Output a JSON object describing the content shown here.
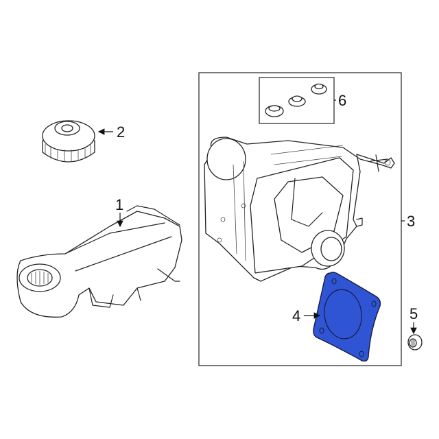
{
  "diagram": {
    "callouts": [
      {
        "id": "1",
        "label": "1"
      },
      {
        "id": "2",
        "label": "2"
      },
      {
        "id": "3",
        "label": "3"
      },
      {
        "id": "4",
        "label": "4"
      },
      {
        "id": "5",
        "label": "5"
      },
      {
        "id": "6",
        "label": "6"
      }
    ],
    "highlight_color": "#2f55d4"
  }
}
